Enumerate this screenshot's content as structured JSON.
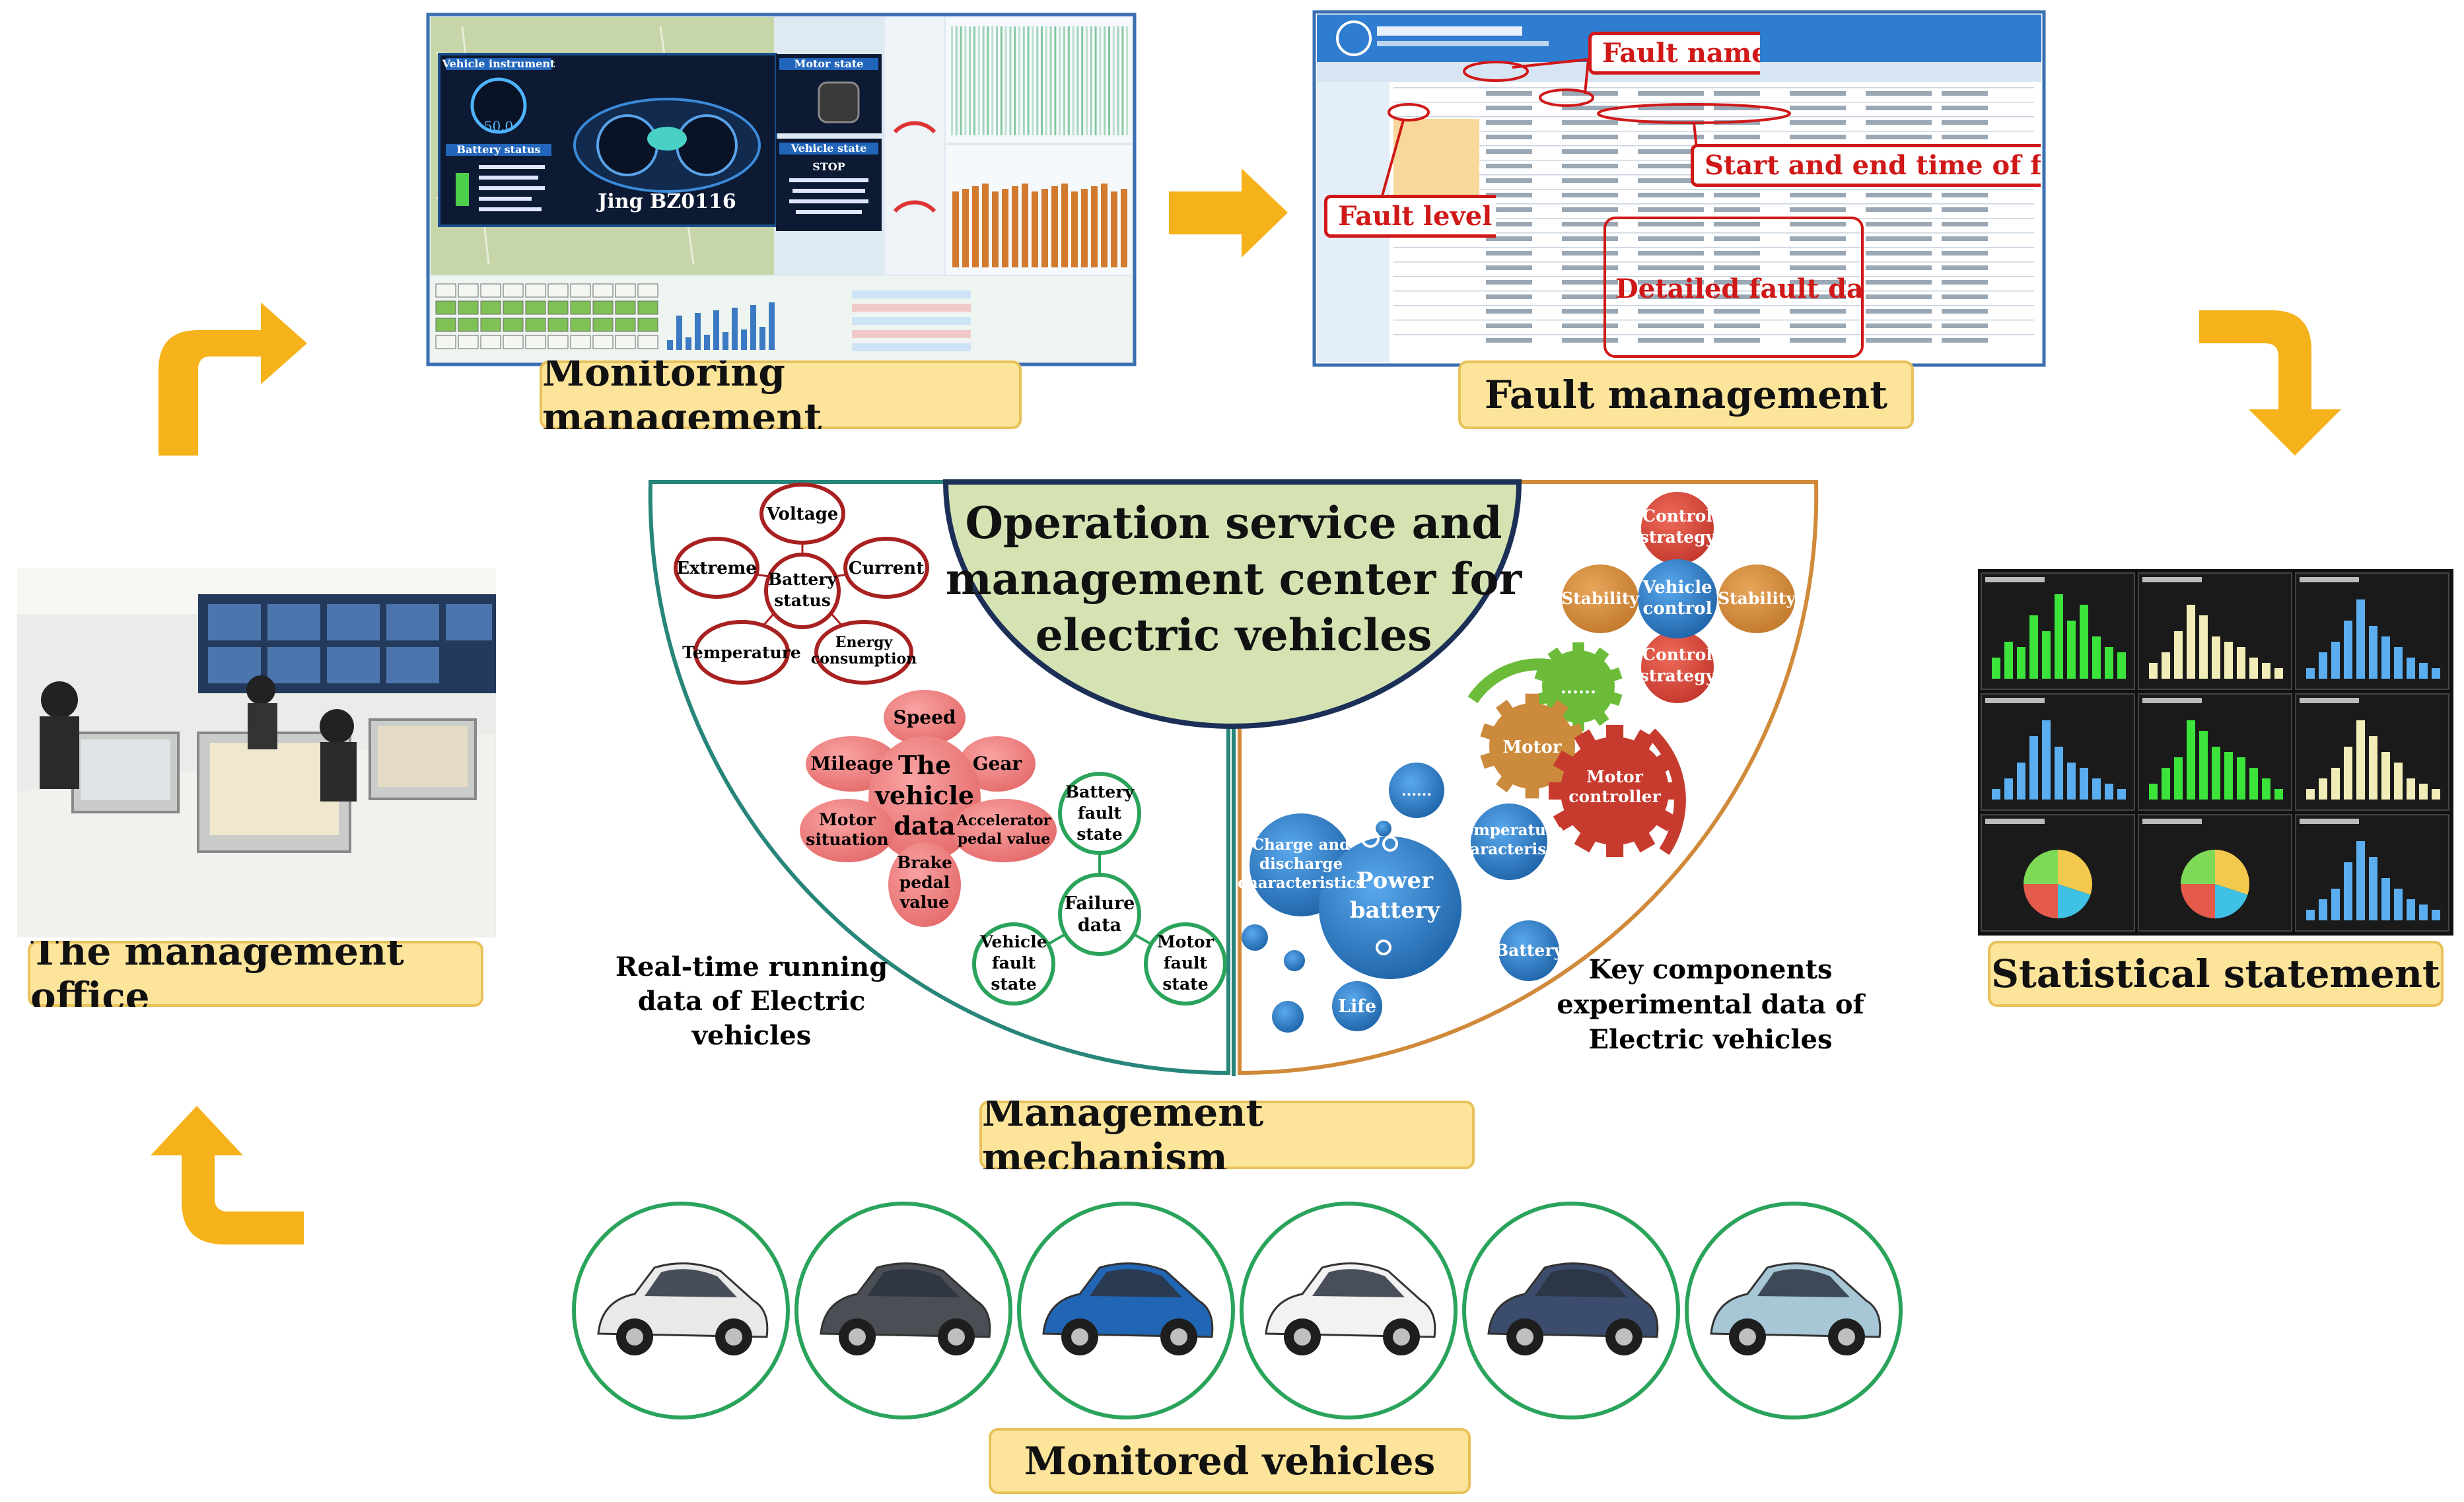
{
  "center_title": {
    "line1": "Operation service and",
    "line2": "management center for",
    "line3": "electric vehicles"
  },
  "labels": {
    "monitoring": "Monitoring management",
    "fault": "Fault management",
    "office": "The management office",
    "statistical": "Statistical statement",
    "mechanism": "Management mechanism",
    "vehicles": "Monitored vehicles"
  },
  "fault_callouts": {
    "name": "Fault name",
    "time": "Start and end time of fault",
    "level": "Fault level",
    "detail": "Detailed fault data"
  },
  "monitoring_screen": {
    "vehicle_instrument": "Vehicle instrument",
    "battery_status": "Battery status",
    "motor_state": "Motor state",
    "vehicle_state": "Vehicle state",
    "plate": "Jing BZ0116",
    "gauge_value": "50.0",
    "stop": "STOP"
  },
  "left_caption": {
    "line1": "Real-time running",
    "line2": "data of Electric",
    "line3": "vehicles"
  },
  "right_caption": {
    "line1": "Key components",
    "line2": "experimental data of",
    "line3": "Electric vehicles"
  },
  "red_nodes": {
    "voltage": "Voltage",
    "extreme": "Extreme",
    "current": "Current",
    "battery_status": [
      "Battery",
      "status"
    ],
    "temperature": "Temperature",
    "energy": [
      "Energy",
      "consumption"
    ]
  },
  "pink_nodes": {
    "speed": "Speed",
    "mileage": "Mileage",
    "gear": "Gear",
    "center": [
      "The",
      "vehicle",
      "data"
    ],
    "motor": [
      "Motor",
      "situation"
    ],
    "accel": [
      "Accelerator",
      "pedal value"
    ],
    "brake": [
      "Brake",
      "pedal",
      "value"
    ]
  },
  "green_nodes": {
    "battery_fault": [
      "Battery",
      "fault",
      "state"
    ],
    "failure": [
      "Failure",
      "data"
    ],
    "vehicle_fault": [
      "Vehicle",
      "fault",
      "state"
    ],
    "motor_fault": [
      "Motor",
      "fault",
      "state"
    ]
  },
  "right_nodes": {
    "control1": [
      "Control",
      "strategy"
    ],
    "vehicle_control": [
      "Vehicle",
      "control"
    ],
    "control2": [
      "Control",
      "strategy"
    ],
    "stability": "Stability",
    "dots": "......",
    "motor": "Motor",
    "motor_controller": [
      "Motor",
      "controller"
    ],
    "temp_char": [
      "Temperature",
      "characteristic"
    ],
    "charge": [
      "Charge and",
      "discharge",
      "characteristics"
    ],
    "power_battery": [
      "Power",
      "battery"
    ],
    "battery": "Battery",
    "life": "Life"
  },
  "colors": {
    "arrow": "#f6b21a",
    "label_bg": "#fce49a",
    "center_green": "#d5e3b3",
    "navy": "#1c2f57",
    "teal": "#27857a",
    "orange": "#d08a3a",
    "red": "#b22222",
    "pink": "#f28a8a",
    "blue": "#2f7bc4",
    "green": "#2aa35b"
  }
}
